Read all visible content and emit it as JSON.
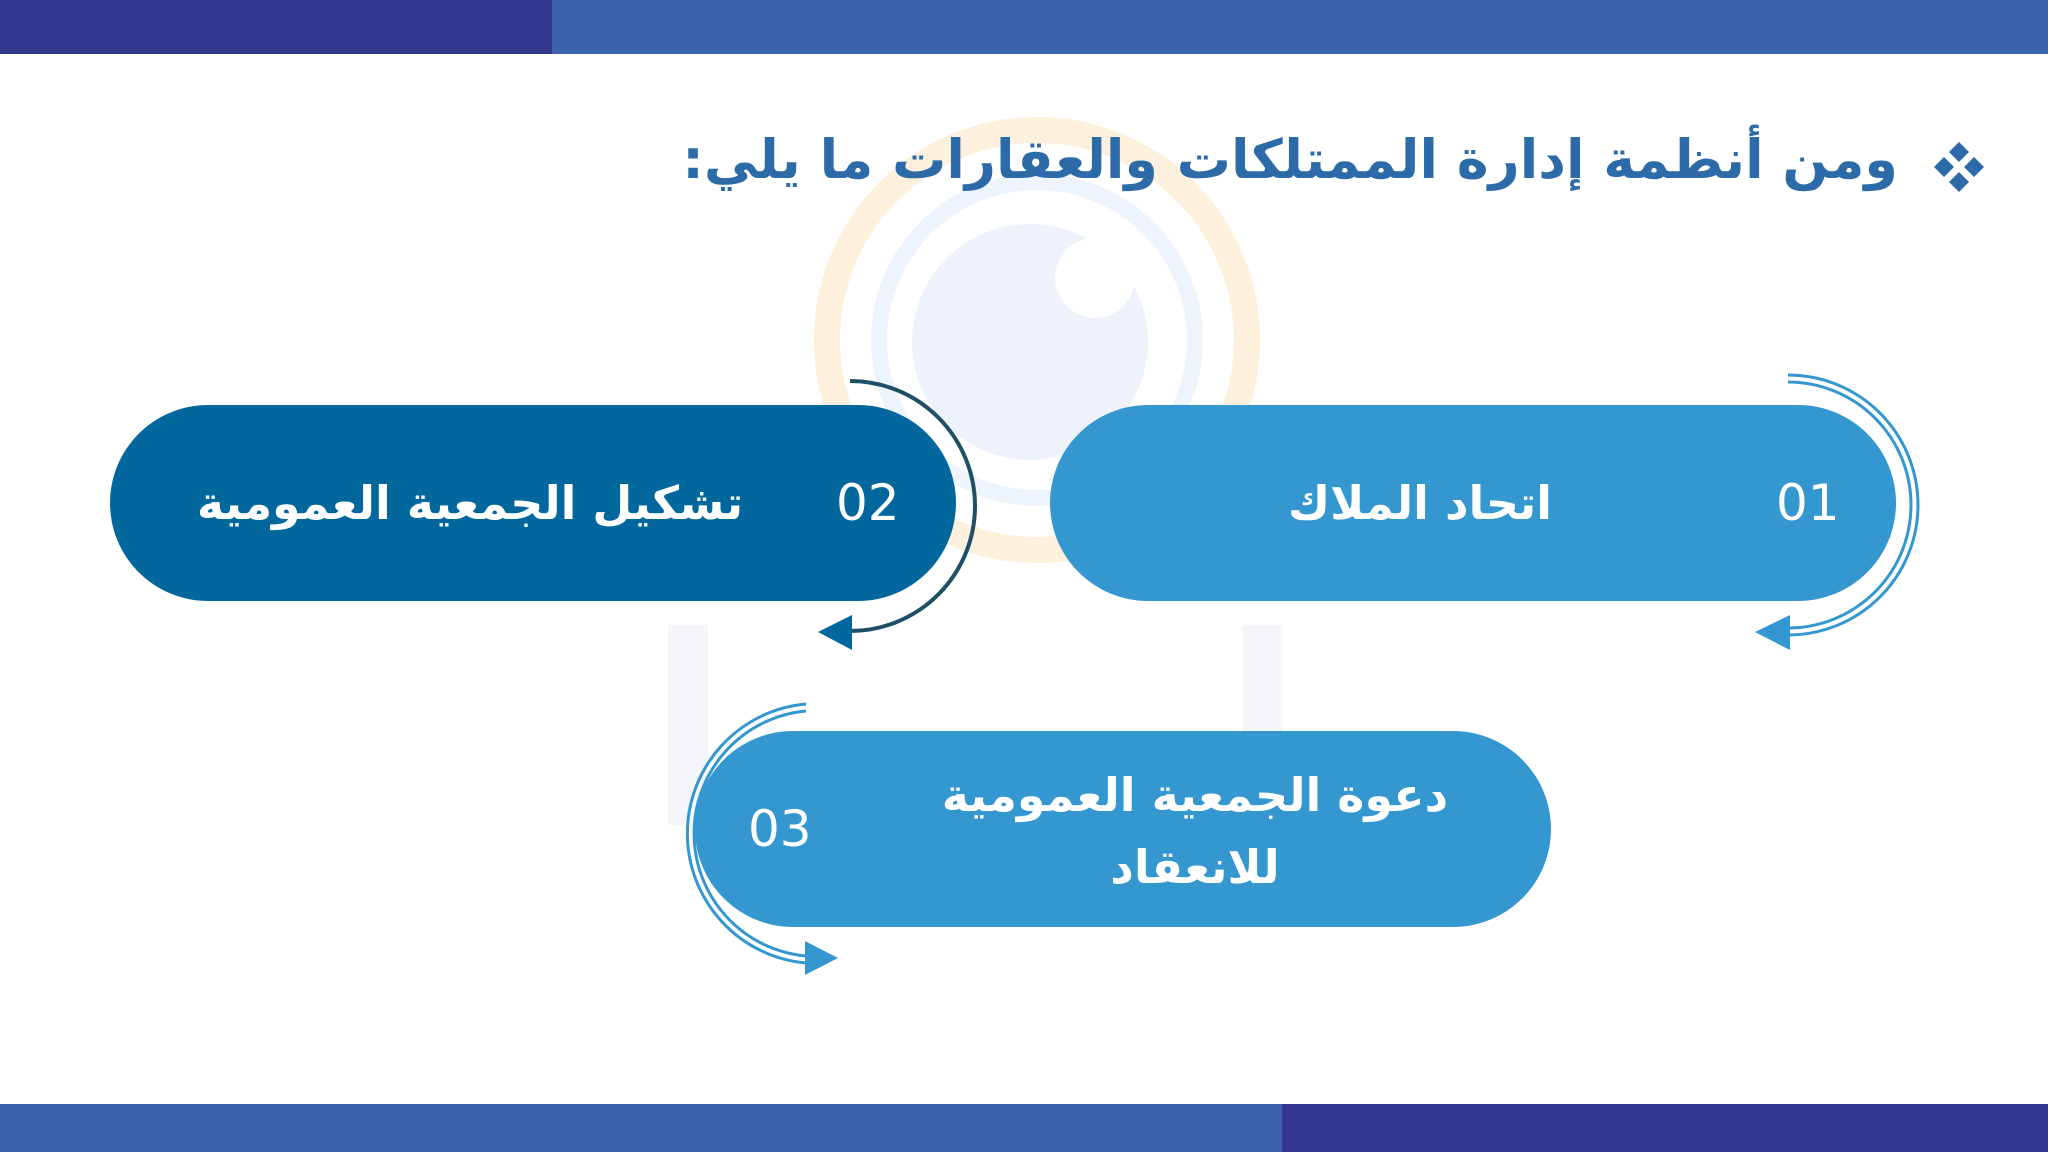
{
  "colors": {
    "bar_dark": "#33378e",
    "bar_light": "#3b63aa",
    "heading": "#2c6aa8",
    "pill_light": "#3497cf",
    "pill_dark": "#01679c",
    "arc_dark": "#1f4f66"
  },
  "heading": {
    "icon": "four-diamond-bullet-icon",
    "text": "ومن أنظمة إدارة الممتلكات والعقارات ما يلي:"
  },
  "steps": [
    {
      "number": "01",
      "label": "اتحاد الملاك"
    },
    {
      "number": "02",
      "label": "تشكيل الجمعية العمومية"
    },
    {
      "number": "03",
      "label_line1": "دعوة الجمعية العمومية",
      "label_line2": "للانعقاد"
    }
  ]
}
